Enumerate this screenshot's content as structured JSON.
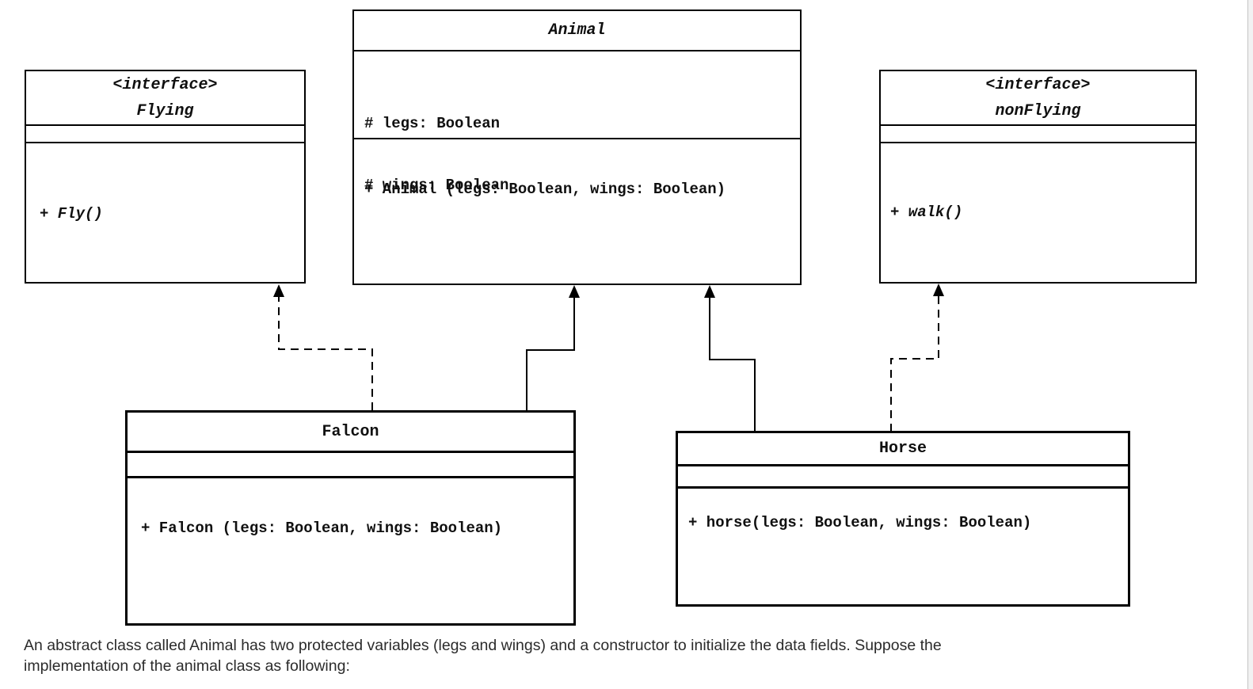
{
  "diagram": {
    "flying": {
      "stereotype": "<interface>",
      "name": "Flying",
      "attributes": [],
      "methods": [
        "+ Fly()"
      ]
    },
    "animal": {
      "name": "Animal",
      "attributes": [
        "# legs: Boolean",
        "# wings: Boolean"
      ],
      "methods": [
        "+ Animal (legs: Boolean, wings: Boolean)"
      ]
    },
    "nonflying": {
      "stereotype": "<interface>",
      "name": "nonFlying",
      "attributes": [],
      "methods": [
        "+ walk()"
      ]
    },
    "falcon": {
      "name": "Falcon",
      "attributes": [],
      "methods": [
        "+ Falcon (legs: Boolean, wings: Boolean)"
      ]
    },
    "horse": {
      "name": "Horse",
      "attributes": [],
      "methods": [
        "+ horse(legs: Boolean, wings: Boolean)"
      ]
    },
    "relationships": [
      {
        "from": "Falcon",
        "to": "Flying",
        "type": "realization",
        "style": "dashed"
      },
      {
        "from": "Falcon",
        "to": "Animal",
        "type": "generalization",
        "style": "solid"
      },
      {
        "from": "Horse",
        "to": "Animal",
        "type": "generalization",
        "style": "solid"
      },
      {
        "from": "Horse",
        "to": "nonFlying",
        "type": "realization",
        "style": "dashed"
      }
    ],
    "colors": {
      "line": "#000000",
      "background": "#ffffff",
      "caption_text": "#2b2b2b"
    }
  },
  "caption": {
    "line1": "An abstract class called Animal has two protected variables (legs and wings) and a constructor to initialize the data fields. Suppose the",
    "line2": "implementation of the animal class as following:"
  }
}
